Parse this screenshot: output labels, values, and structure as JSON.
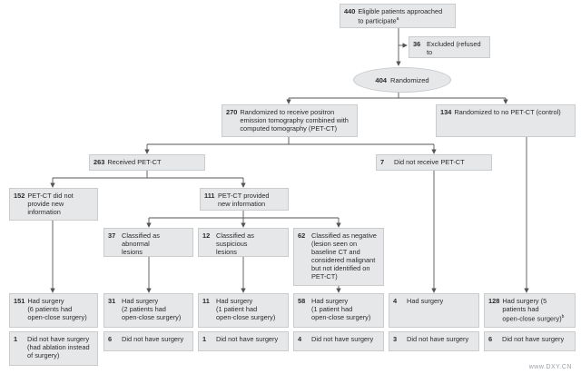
{
  "eligible": {
    "n": "440",
    "text": "Eligible patients approached\nto participate",
    "sup": "a"
  },
  "excluded": {
    "n": "36",
    "text": "Excluded (refused to\nparticipate)"
  },
  "randomized": {
    "n": "404",
    "text": "Randomized"
  },
  "pet_arm": {
    "n": "270",
    "text": "Randomized to receive positron\nemission tomography combined with\ncomputed tomography (PET-CT)"
  },
  "control_arm": {
    "n": "134",
    "text": "Randomized to no PET-CT (control)"
  },
  "received": {
    "n": "263",
    "text": "Received PET-CT"
  },
  "not_received": {
    "n": "7",
    "text": "Did not receive PET-CT"
  },
  "no_info": {
    "n": "152",
    "text": "PET-CT did not\nprovide new\ninformation"
  },
  "new_info": {
    "n": "111",
    "text": "PET-CT provided\nnew information"
  },
  "abnormal": {
    "n": "37",
    "text": "Classified as abnormal\nlesions"
  },
  "suspicious": {
    "n": "12",
    "text": "Classified as suspicious\nlesions"
  },
  "negative": {
    "n": "62",
    "text": "Classified as negative\n(lesion seen on\nbaseline CT and\nconsidered malignant\nbut not identified on\nPET-CT)"
  },
  "outcomes": [
    {
      "surgery_n": "151",
      "surgery_text": "Had surgery\n(6 patients had\nopen-close surgery)",
      "nosurg_n": "1",
      "nosurg_text": "Did not have surgery\n(had ablation instead\nof surgery)"
    },
    {
      "surgery_n": "31",
      "surgery_text": "Had surgery\n(2 patients had\nopen-close surgery)",
      "nosurg_n": "6",
      "nosurg_text": "Did not have surgery"
    },
    {
      "surgery_n": "11",
      "surgery_text": "Had surgery\n(1 patient had\nopen-close surgery)",
      "nosurg_n": "1",
      "nosurg_text": "Did not have surgery"
    },
    {
      "surgery_n": "58",
      "surgery_text": "Had surgery\n(1 patient had\nopen-close surgery)",
      "nosurg_n": "4",
      "nosurg_text": "Did not have surgery"
    },
    {
      "surgery_n": "4",
      "surgery_text": "Had surgery",
      "nosurg_n": "3",
      "nosurg_text": "Did not have surgery"
    },
    {
      "surgery_n": "128",
      "surgery_text": "Had surgery (5\npatients had\nopen-close surgery)",
      "surgery_sup": "b",
      "nosurg_n": "6",
      "nosurg_text": "Did not have surgery"
    }
  ],
  "watermark": "www.DXY.CN"
}
